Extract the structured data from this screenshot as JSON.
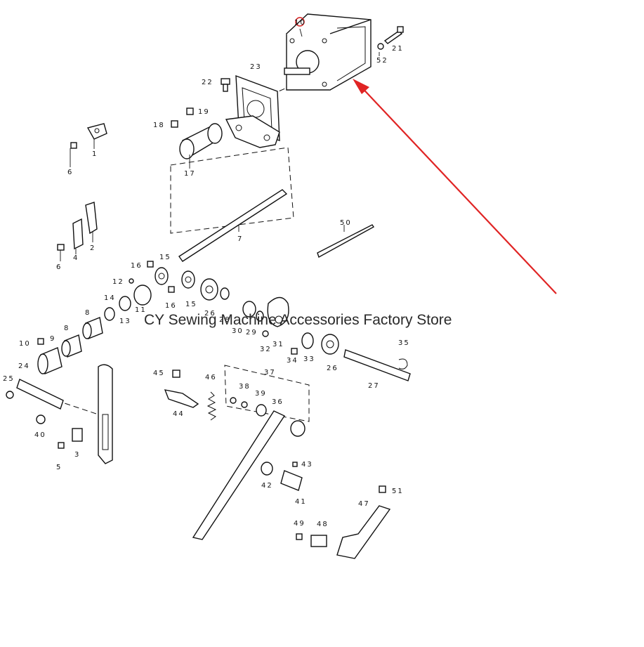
{
  "watermark": {
    "text": "CY Sewing Machine Accessories Factory Store"
  },
  "highlight": {
    "label": "10",
    "circle_color": "#d42020"
  },
  "arrow": {
    "color": "#e02424"
  },
  "part_labels": [
    "1",
    "2",
    "3",
    "4",
    "5",
    "6",
    "6",
    "7",
    "8",
    "8",
    "9",
    "10",
    "11",
    "12",
    "13",
    "14",
    "15",
    "15",
    "16",
    "16",
    "17",
    "18",
    "19",
    "21",
    "22",
    "23",
    "24",
    "25",
    "26",
    "26",
    "27",
    "28",
    "29",
    "30",
    "31",
    "32",
    "33",
    "34",
    "35",
    "36",
    "37",
    "38",
    "39",
    "40",
    "41",
    "42",
    "43",
    "44",
    "45",
    "46",
    "47",
    "48",
    "49",
    "50",
    "51",
    "52"
  ]
}
